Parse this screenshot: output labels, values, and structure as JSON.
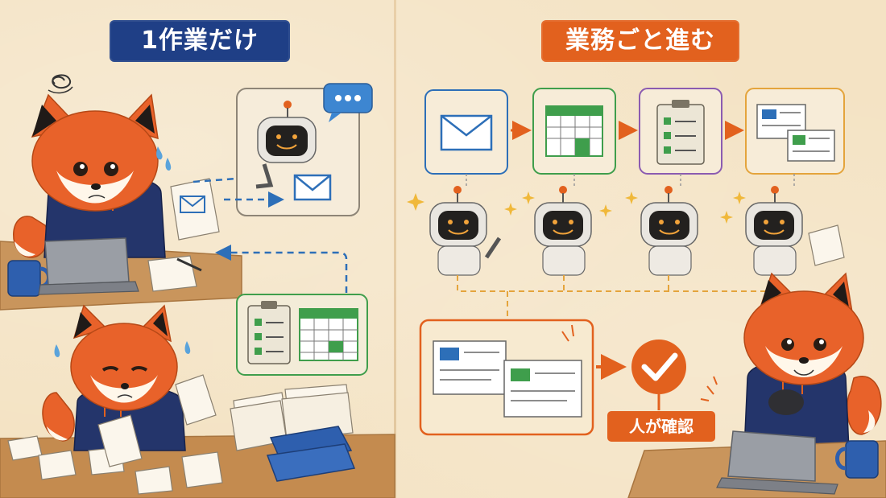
{
  "left_title": "1作業だけ",
  "right_title": "業務ごと進む",
  "confirm_label": "人が確認",
  "colors": {
    "navy": "#1f3f86",
    "orange": "#e2611e",
    "green": "#3f9e4c",
    "purple": "#8b5bb1",
    "gold": "#e4a43c",
    "blue": "#2d6fb8",
    "fox": "#e8622a",
    "hoodie": "#24356b"
  },
  "icons": {
    "spiral": "dizzy-spiral-icon",
    "speech": "speech-bubble-icon",
    "mail": "envelope-icon",
    "calendar": "calendar-grid-icon",
    "clipboard": "checklist-clipboard-icon",
    "documents": "documents-icon",
    "check": "checkmark-icon",
    "sparkle": "sparkle-icon"
  }
}
